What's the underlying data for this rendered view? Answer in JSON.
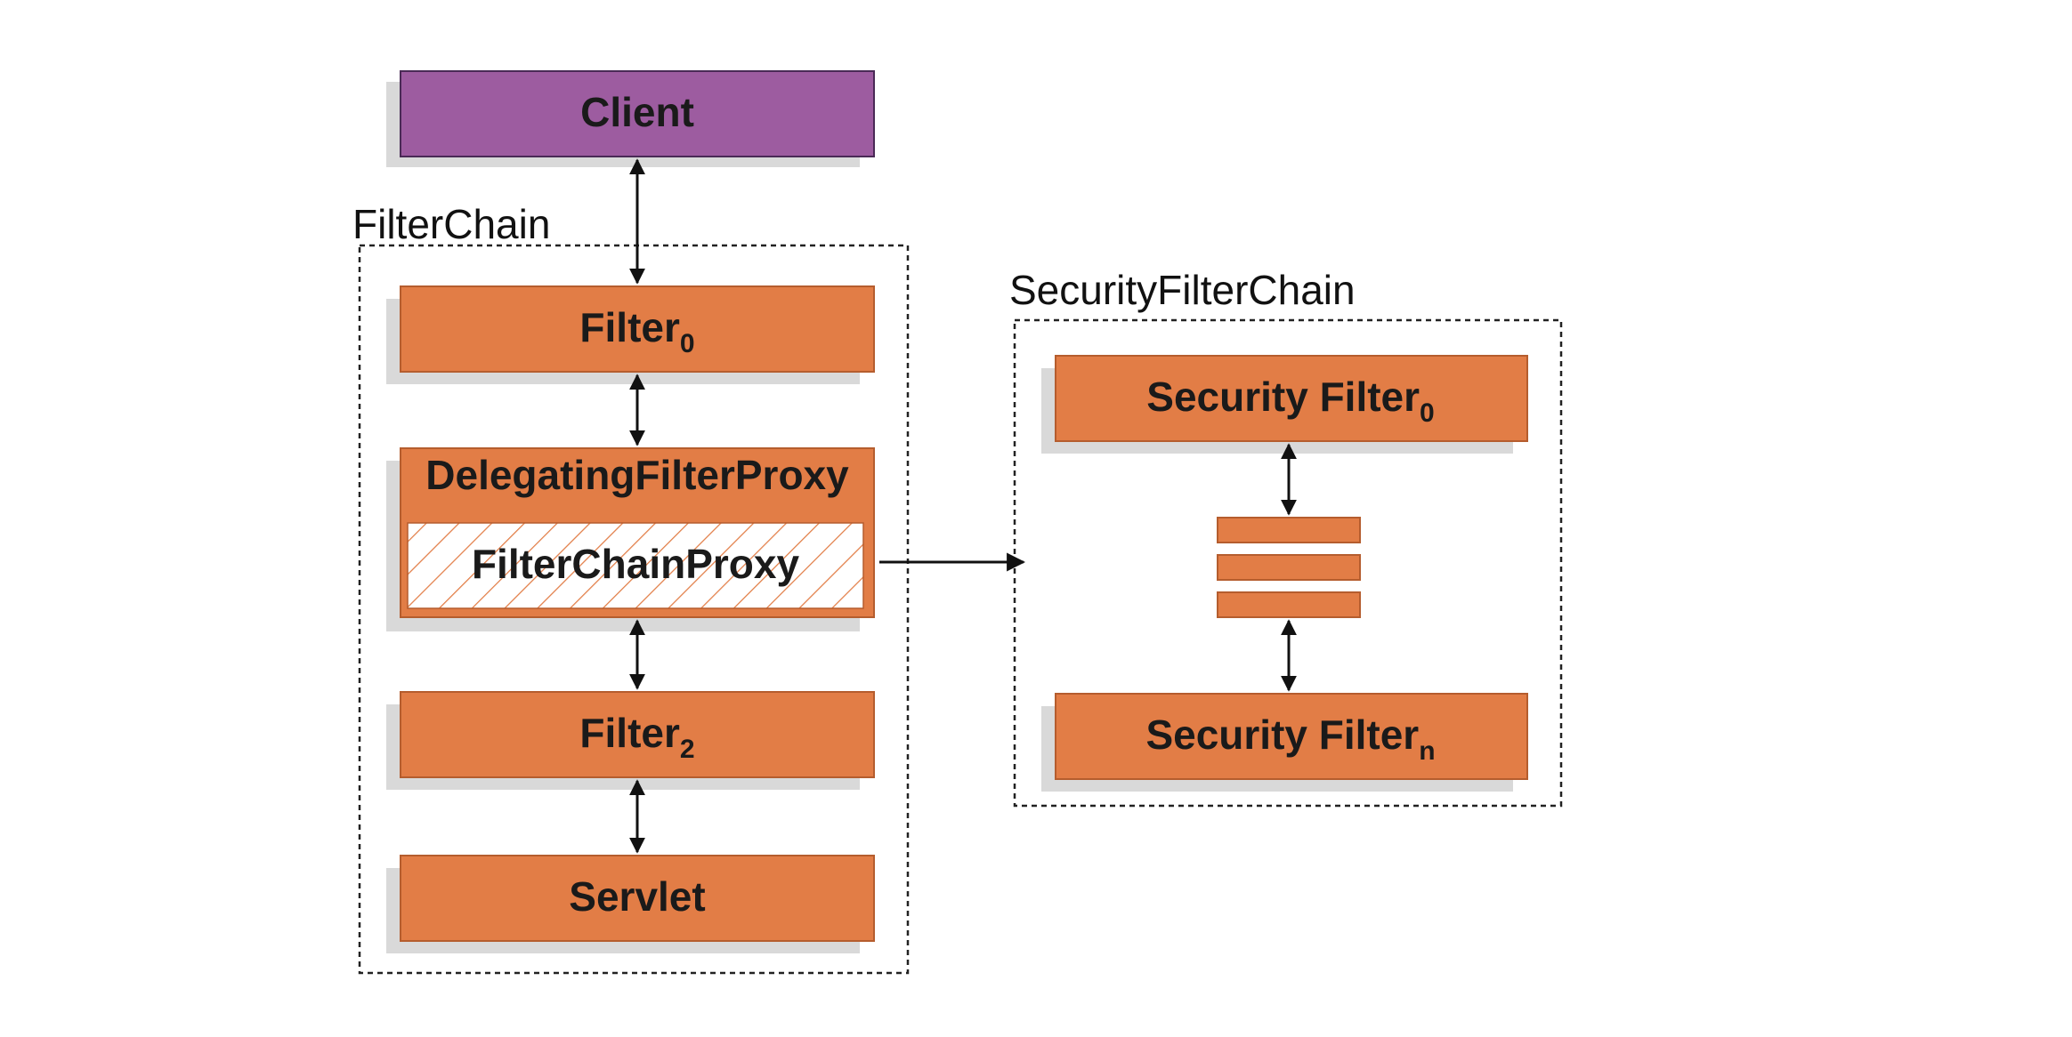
{
  "diagram": {
    "client": {
      "label": "Client"
    },
    "filter_chain": {
      "title": "FilterChain",
      "filter0": {
        "label": "Filter",
        "subscript": "0"
      },
      "delegating_proxy": {
        "label": "DelegatingFilterProxy"
      },
      "filter_chain_proxy": {
        "label": "FilterChainProxy"
      },
      "filter2": {
        "label": "Filter",
        "subscript": "2"
      },
      "servlet": {
        "label": "Servlet"
      }
    },
    "security_filter_chain": {
      "title": "SecurityFilterChain",
      "security_filter0": {
        "label": "Security Filter",
        "subscript": "0"
      },
      "security_filtern": {
        "label": "Security Filter",
        "subscript": "n"
      }
    },
    "colors": {
      "client": "#9d5ca0",
      "filter": "#e27d46",
      "shadow": "#d9d9d9",
      "hatch": "#e27d46"
    }
  }
}
